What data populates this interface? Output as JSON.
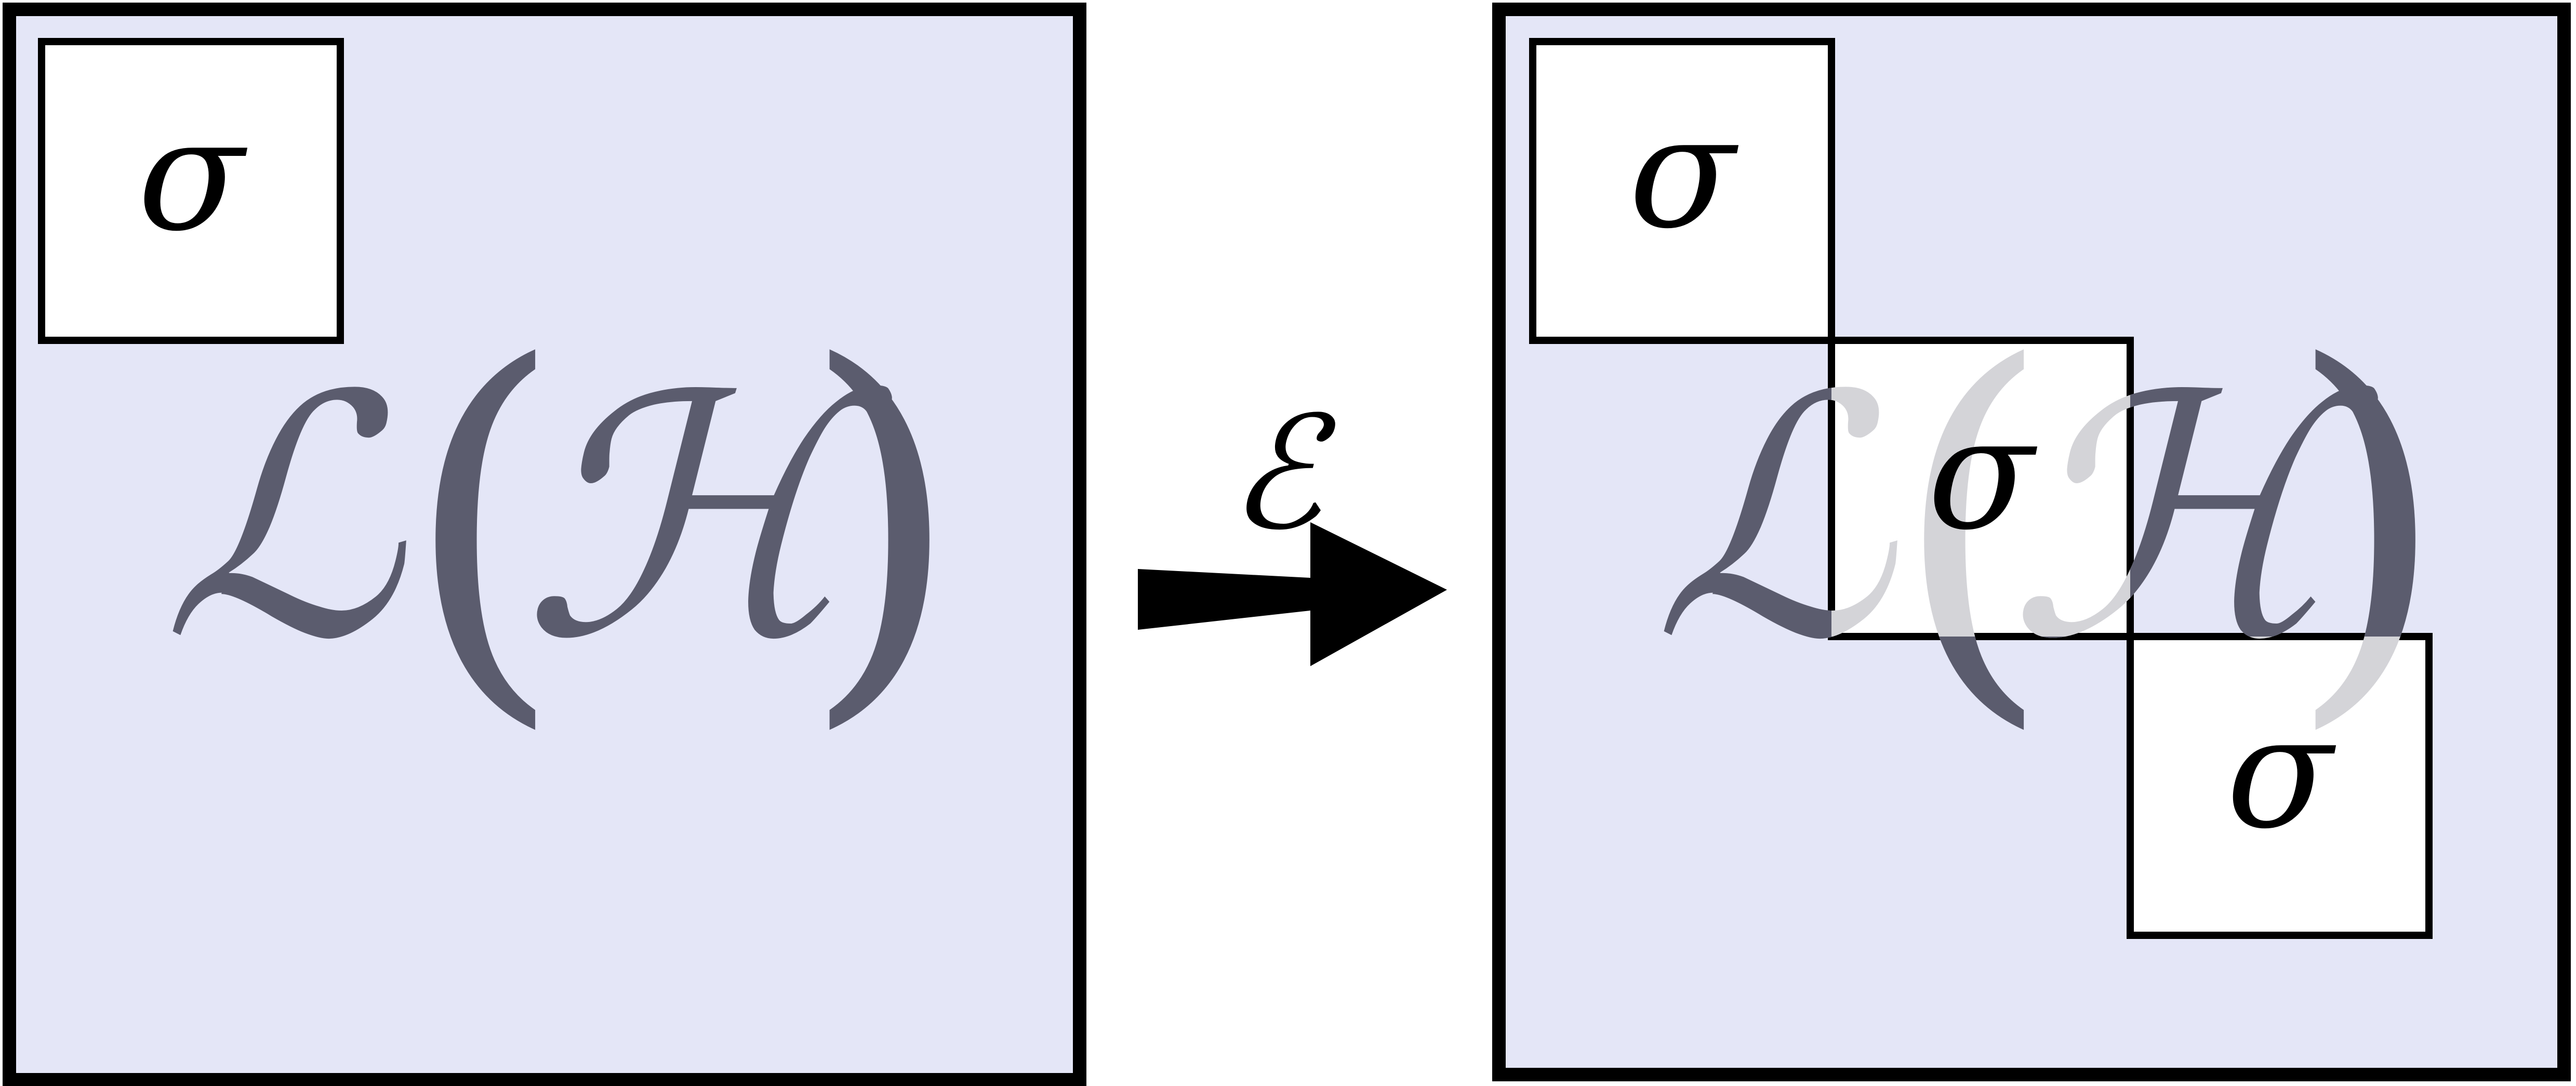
{
  "diagram": {
    "left_panel": {
      "space_label": {
        "script_L": "ℒ",
        "open_paren": "(",
        "script_H": "ℋ",
        "close_paren": ")"
      },
      "state_symbol": "σ"
    },
    "arrow": {
      "channel_label": "ℰ"
    },
    "right_panel": {
      "space_label": {
        "script_L": "ℒ",
        "open_paren": "(",
        "script_H": "ℋ",
        "close_paren": ")"
      },
      "blocks": [
        {
          "symbol": "σ"
        },
        {
          "symbol": "σ"
        },
        {
          "symbol": "σ"
        }
      ]
    },
    "colors": {
      "panel_fill": "#e4e6f7",
      "border": "#000000",
      "label_dark": "#5b5c6e",
      "label_faded": "#d4d4d8",
      "block_fill": "#ffffff"
    }
  }
}
